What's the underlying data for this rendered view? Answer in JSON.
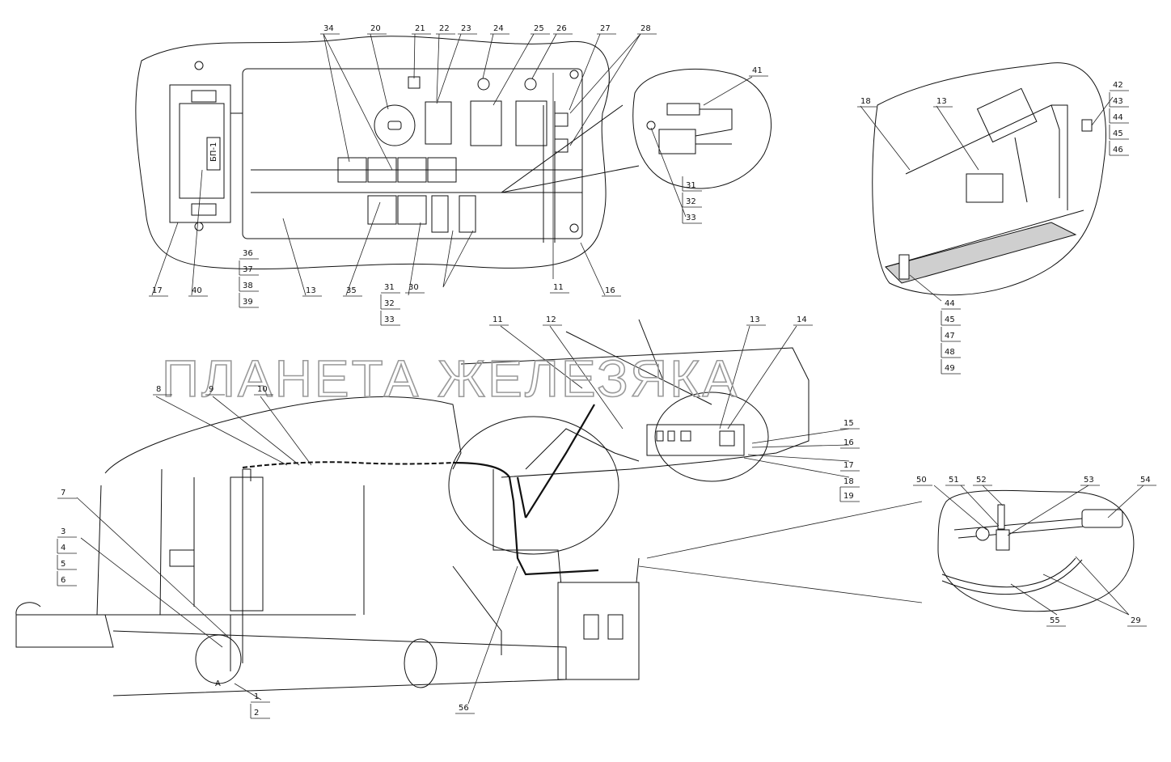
{
  "watermark": "ПЛАНЕТА ЖЕЛЕЗЯКА",
  "detail_text": "БП-1",
  "terminal_letter": "А",
  "labels": [
    "1",
    "2",
    "3",
    "4",
    "5",
    "6",
    "7",
    "8",
    "9",
    "10",
    "11",
    "12",
    "13",
    "14",
    "15",
    "16",
    "17",
    "18",
    "19",
    "20",
    "21",
    "22",
    "23",
    "24",
    "25",
    "26",
    "27",
    "28",
    "29",
    "30",
    "31",
    "32",
    "33",
    "34",
    "35",
    "36",
    "37",
    "38",
    "39",
    "40",
    "41",
    "42",
    "43",
    "44",
    "45",
    "46",
    "47",
    "48",
    "49",
    "50",
    "51",
    "52",
    "53",
    "54",
    "55",
    "56"
  ]
}
